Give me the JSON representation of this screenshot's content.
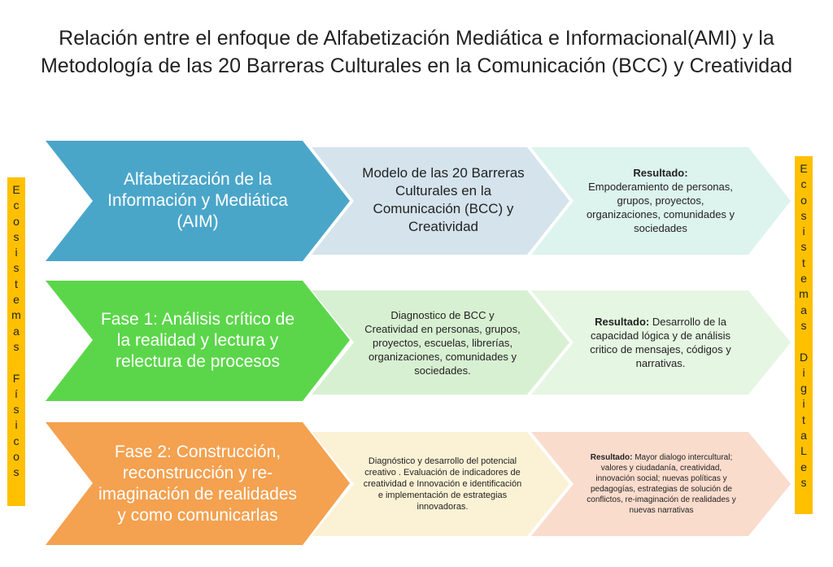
{
  "title": {
    "line1": "Relación entre el enfoque de Alfabetización Mediática e Informacional(AMI) y la",
    "line2": "Metodología de las 20 Barreras Culturales en la Comunicación (BCC) y Creatividad"
  },
  "left_bar": {
    "letters": [
      "E",
      "c",
      "o",
      "s",
      "i",
      "s",
      "t",
      "e",
      "m",
      "a",
      "s",
      " ",
      "F",
      "í",
      "s",
      "i",
      "c",
      "o",
      "s"
    ]
  },
  "right_bar": {
    "letters": [
      "E",
      "c",
      "o",
      "s",
      "i",
      "s",
      "t",
      "e",
      "m",
      "a",
      "s",
      " ",
      "D",
      "i",
      "g",
      "i",
      "t",
      "a",
      "L",
      "e",
      "s"
    ]
  },
  "colors": {
    "row1_main": "#4aa6c9",
    "row1_mid": "#d4e3ec",
    "row1_end": "#ddf3ee",
    "row2_main": "#5bd64a",
    "row2_mid": "#d8f0d2",
    "row2_end": "#e5f6e2",
    "row3_main": "#f4a150",
    "row3_mid": "#fbf2d5",
    "row3_end": "#fadccd",
    "bar": "#ffc000"
  },
  "row1": {
    "main": "Alfabetización de la Información y Mediática (AIM)",
    "mid": "Modelo de las 20 Barreras Culturales en la Comunicación (BCC) y Creatividad",
    "end_label": "Resultado:",
    "end_text": "Empoderamiento de personas, grupos, proyectos, organizaciones, comunidades y sociedades"
  },
  "row2": {
    "main": "Fase 1: Análisis crítico de la realidad y lectura y relectura de procesos",
    "mid": "Diagnostico de BCC y Creatividad en personas, grupos, proyectos, escuelas, librerías, organizaciones, comunidades y sociedades.",
    "end_label": "Resultado:",
    "end_text": "Desarrollo de la capacidad lógica y de análisis critico de mensajes, códigos y narrativas."
  },
  "row3": {
    "main": "Fase 2: Construcción, reconstrucción y re-imaginación de realidades y como comunicarlas",
    "mid": "Diagnóstico y desarrollo del potencial creativo . Evaluación de indicadores de creatividad e Innovación e identificación e implementación de estrategias innovadoras.",
    "end_label": "Resultado:",
    "end_text": "Mayor dialogo intercultural; valores y ciudadanía, creatividad, innovación social; nuevas políticas y pedagogías, estrategias de solución de conflictos, re-imaginación de realidades y nuevas narrativas"
  }
}
